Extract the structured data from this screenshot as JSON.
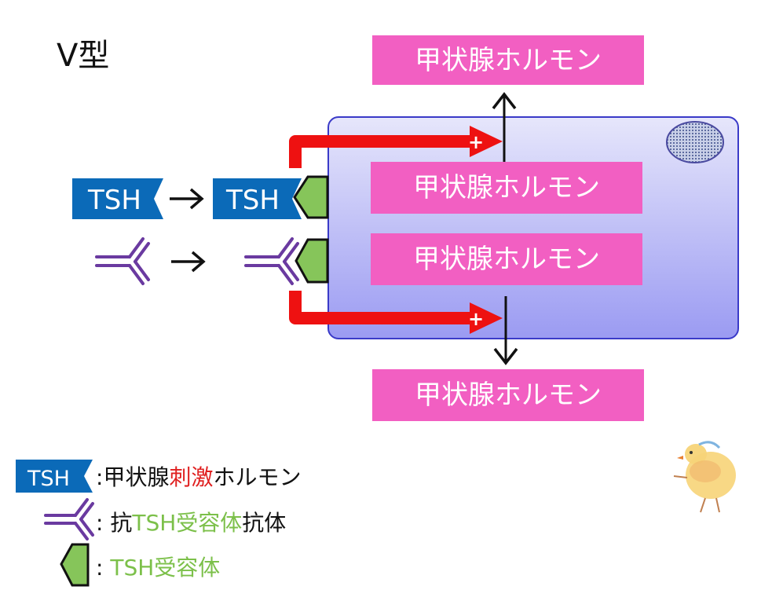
{
  "title": "Ⅴ型",
  "hormone_label": "甲状腺ホルモン",
  "tsh_label": "TSH",
  "plus_sign": "+",
  "legend": {
    "tsh": {
      "colon": ":",
      "text": "甲状腺",
      "red": "刺激",
      "tail": "ホルモン"
    },
    "antibody": {
      "colon": ": ",
      "prefix": "抗",
      "green": "TSH受容体",
      "tail": "抗体"
    },
    "receptor": {
      "colon": ": ",
      "green": "TSH受容体"
    }
  },
  "colors": {
    "tsh_blue": "#0b6ab8",
    "hormone_pink": "#f25fc2",
    "receptor_green": "#86c55a",
    "antibody_purple": "#6a3aa0",
    "arrow_red": "#ee1111",
    "cell_border": "#3a3ac8"
  }
}
